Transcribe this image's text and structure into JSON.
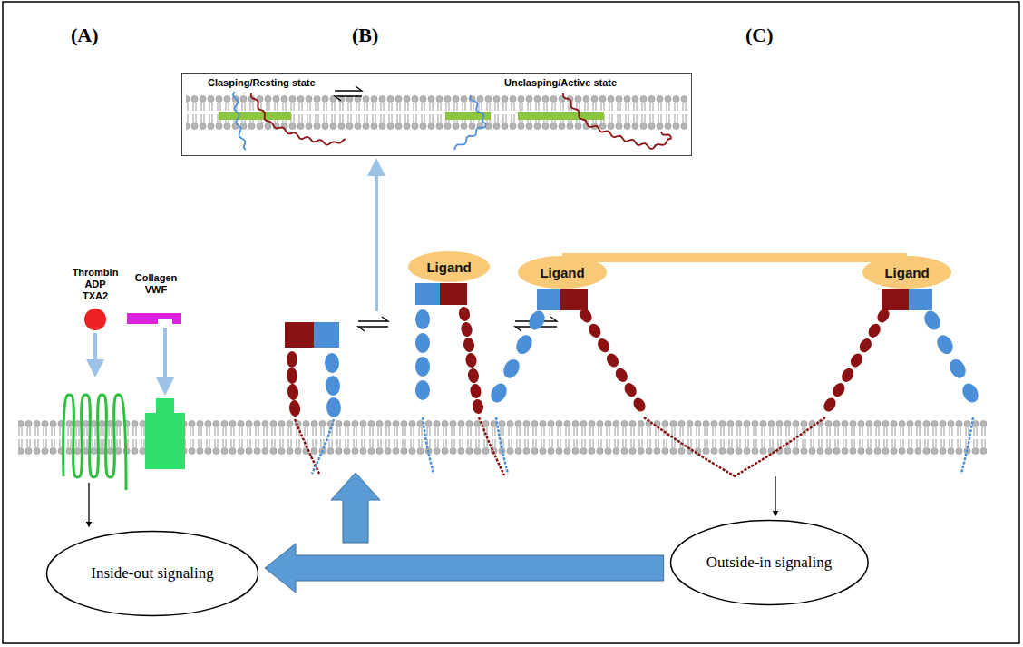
{
  "diagram": {
    "nodes": [
      {
        "text": [
          "Clasping/Resting state",
          "Unclasping/Active state"
        ]
      },
      {
        "text": [
          "Ligand"
        ]
      },
      {
        "text": [
          "Ligand"
        ]
      },
      {
        "text": [
          "Ligand"
        ]
      },
      {
        "text": [
          "Inside-out signaling"
        ]
      },
      {
        "text": [
          "Outside-in signaling"
        ]
      }
    ],
    "edges": [
      {
        "from": 5,
        "to": 4,
        "arrow": "to"
      }
    ],
    "labels": [
      "(A)",
      "(B)",
      "(C)",
      "Thrombin ADP TXA2",
      "Collagen VWF"
    ]
  }
}
